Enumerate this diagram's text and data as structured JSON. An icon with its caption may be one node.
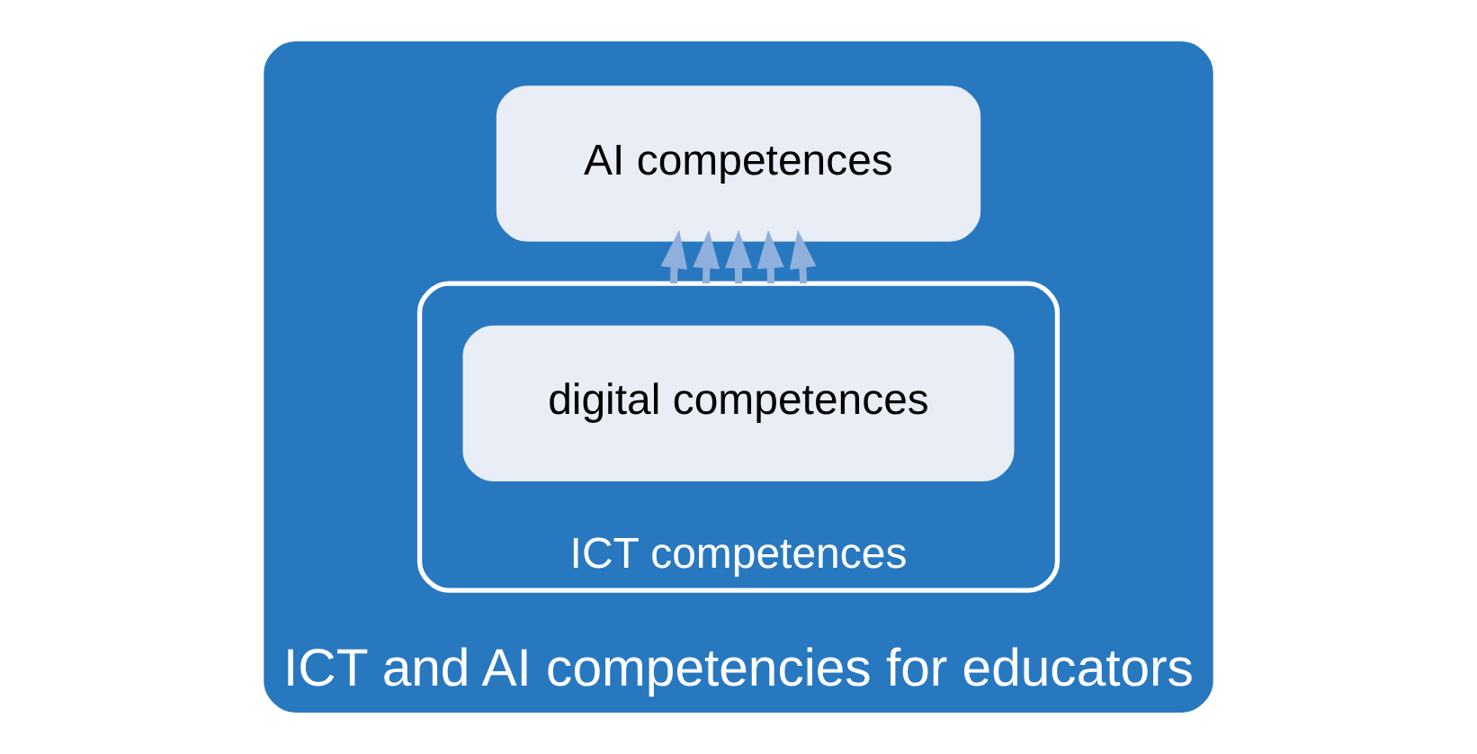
{
  "diagram": {
    "nodes": [
      {
        "text": [
          "ICT and AI competencies for educators"
        ]
      },
      {
        "text": [
          "AI competences"
        ],
        "in": 0
      },
      {
        "text": [
          "ICT competences"
        ],
        "in": 0
      },
      {
        "text": [
          "digital competences"
        ],
        "in": 2
      }
    ],
    "edges": [
      {
        "from": 2,
        "to": 1,
        "arrow": "to"
      },
      {
        "from": 2,
        "to": 1,
        "arrow": "to"
      },
      {
        "from": 2,
        "to": 1,
        "arrow": "to"
      },
      {
        "from": 2,
        "to": 1,
        "arrow": "to"
      },
      {
        "from": 2,
        "to": 1,
        "arrow": "to"
      }
    ]
  }
}
